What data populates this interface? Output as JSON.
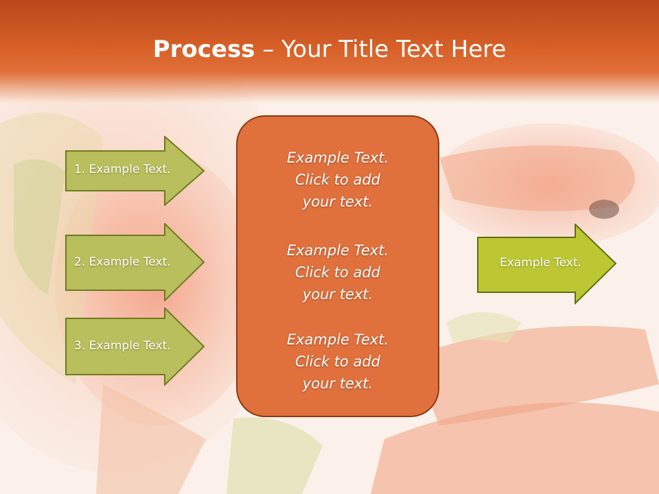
{
  "title": {
    "bold": "Process",
    "rest": " – Your Title Text Here"
  },
  "left_steps": [
    {
      "label": "1. Example Text."
    },
    {
      "label": "2. Example Text."
    },
    {
      "label": "3. Example Text."
    }
  ],
  "center_blocks": [
    {
      "text": "Example Text.\nClick  to add\nyour text."
    },
    {
      "text": "Example Text.\nClick  to add\nyour text."
    },
    {
      "text": "Example Text.\nClick  to add\nyour text."
    }
  ],
  "right_step": {
    "label": "Example Text."
  },
  "colors": {
    "header": "#d65f27",
    "center_box": "#e0703c",
    "left_arrow": "#b9bf5c",
    "right_arrow": "#bcc733"
  }
}
